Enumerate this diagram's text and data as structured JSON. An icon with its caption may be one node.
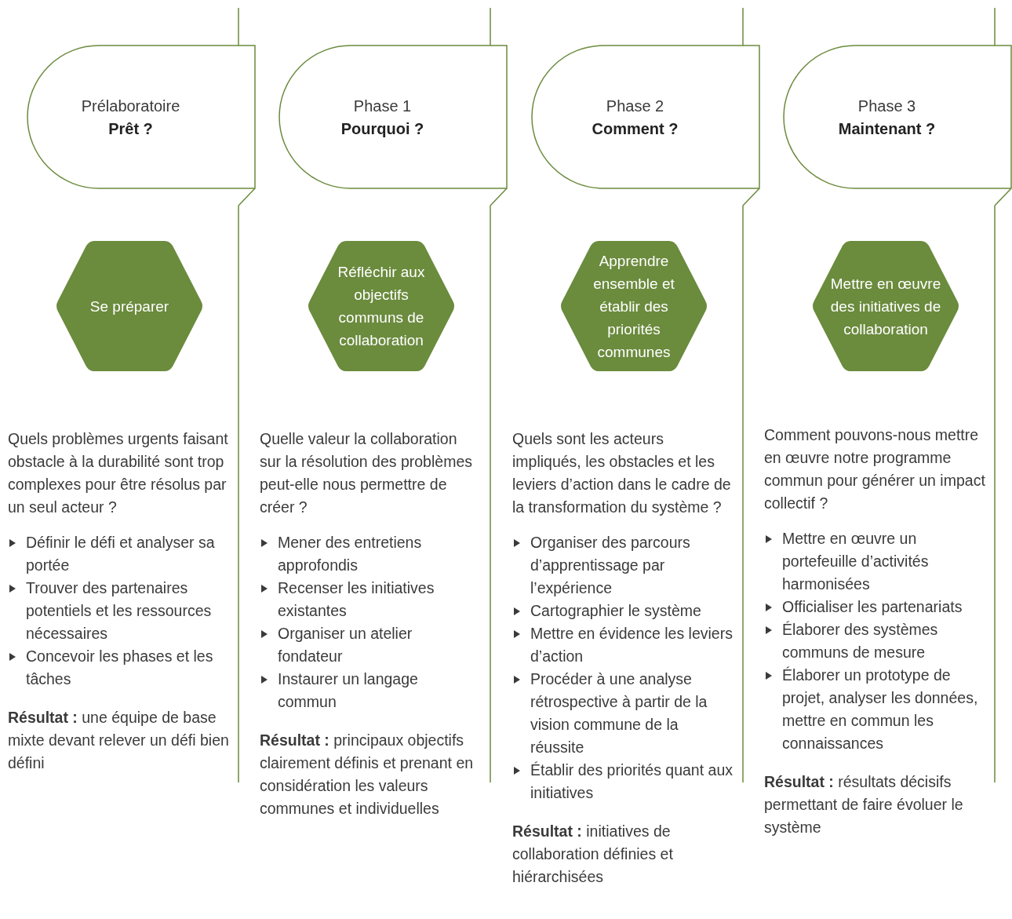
{
  "diagram": {
    "nodes": [
      {
        "text": [
          "Prélaboratoire",
          "Prêt ?"
        ]
      },
      {
        "text": [
          "Phase 1",
          "Pourquoi ?"
        ]
      },
      {
        "text": [
          "Phase 2",
          "Comment ?"
        ]
      },
      {
        "text": [
          "Phase 3",
          "Maintenant ?"
        ]
      },
      {
        "text": [
          "Se préparer"
        ]
      },
      {
        "text": [
          "Réfléchir aux objectifs communs de collaboration"
        ]
      },
      {
        "text": [
          "Apprendre ensemble et établir des priorités communes"
        ]
      },
      {
        "text": [
          "Mettre en œuvre des initiatives de collaboration"
        ]
      }
    ],
    "labels": [
      "Quels problèmes urgents faisant obstacle à la durabilité sont trop complexes pour être résolus par un seul acteur ?",
      "Définir le défi et analyser sa portée",
      "Trouver des partenaires potentiels et les ressources nécessaires",
      "Concevoir les phases et les tâches",
      "**Résultat :**  une équipe de base mixte devant relever un défi bien défini",
      "Quelle valeur la collaboration sur la résolution des problèmes peut-elle nous permettre de créer ?",
      "Mener des entretiens approfondis",
      "Recenser les initiatives existantes",
      "Organiser un atelier fondateur",
      "Instaurer un langage commun",
      "**Résultat :** principaux objectifs clairement définis et prenant en considération les valeurs communes et individuelles",
      "Quels sont les acteurs impliqués, les obstacles et les leviers d’action dans le cadre de la transformation du système ?",
      "Organiser des parcours d’apprentissage par l’expérience",
      "Cartographier le système",
      "Mettre en évidence les leviers d’action",
      "Procéder à une analyse rétrospective à partir de la vision commune de la réussite",
      "Établir des priorités quant aux initiatives",
      "**Résultat :** initiatives de collaboration définies et hiérarchisées",
      "Comment pouvons-nous mettre en œuvre notre programme commun pour générer un impact collectif ?",
      "Mettre en œuvre un portefeuille d’activités harmonisées",
      "Officialiser les partenariats",
      "Élaborer des systèmes communs de mesure",
      "Élaborer un prototype de projet, analyser les données, mettre en commun les connaissances",
      "**Résultat :** résultats décisifs permettant de faire évoluer le système"
    ]
  }
}
